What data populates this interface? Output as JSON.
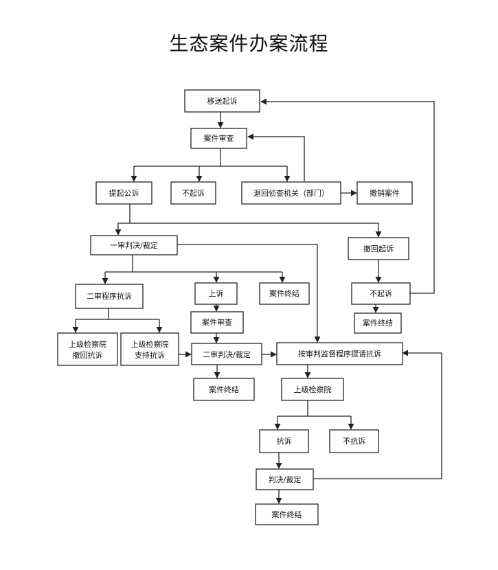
{
  "title": "生态案件办案流程",
  "colors": {
    "line": "#222222",
    "box_fill": "#ffffff",
    "text": "#111111"
  },
  "nodes": {
    "transfer_prosecution": "移送起诉",
    "case_review_1": "案件审查",
    "initiate_public_prosecution": "提起公诉",
    "no_prosecution_1": "不起诉",
    "return_investigation": "退回侦查机关（部门）",
    "withdraw_case": "撤销案件",
    "first_instance_judgment": "一审判决/裁定",
    "withdraw_prosecution": "撤回起诉",
    "second_instance_protest": "二审程序抗诉",
    "appeal": "上诉",
    "case_closed_1": "案件终结",
    "no_prosecution_2": "不起诉",
    "case_closed_2": "案件终结",
    "case_review_2": "案件审查",
    "superior_withdraw_line1": "上级检察院",
    "superior_withdraw_line2": "撤回抗诉",
    "superior_support_line1": "上级检察院",
    "superior_support_line2": "支持抗诉",
    "second_instance_judgment": "二审判决/裁定",
    "trial_supervision_protest": "按审判监督程序提请抗诉",
    "case_closed_3": "案件终结",
    "superior_procuratorate": "上级检察院",
    "protest": "抗诉",
    "no_protest": "不抗诉",
    "judgment_ruling": "判决/裁定",
    "case_closed_4": "案件终结"
  }
}
